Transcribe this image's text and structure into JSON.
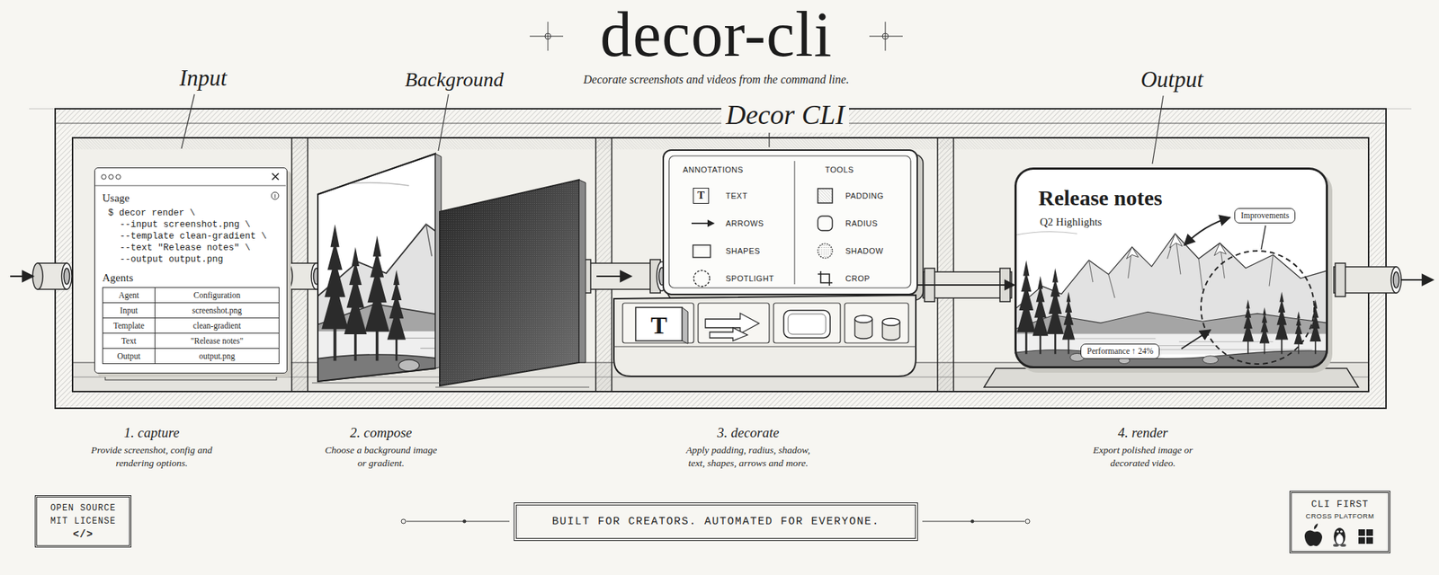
{
  "diagram": {
    "title": "decor-cli",
    "nodes": [
      {
        "text": [
          "Usage",
          "$ decor render \\",
          "--input screenshot.png \\",
          "--template clean-gradient \\",
          "--text \"Release notes\" \\",
          "--output output.png",
          "Agents",
          "Agent",
          "Configuration",
          "Input",
          "screenshot.png",
          "Template",
          "clean-gradient",
          "Text",
          "\"Release notes\"",
          "Output",
          "output.png"
        ]
      },
      {
        "text": [
          "ANNOTATIONS",
          "T",
          "TEXT",
          "ARROWS",
          "SHAPES",
          "SPOTLIGHT",
          "TOOLS",
          "PADDING",
          "RADIUS",
          "SHADOW",
          "CROP"
        ]
      },
      {
        "text": [
          "Release notes",
          "Q2 Highlights"
        ]
      },
      {
        "text": [
          "Improvements"
        ],
        "in": 2
      },
      {
        "text": [
          "Performance ↑ 24%"
        ],
        "in": 2
      },
      {
        "text": [
          "OPEN SOURCE",
          "MIT LICENSE",
          "</>"
        ]
      },
      {
        "text": [
          "BUILT FOR CREATORS. AUTOMATED FOR EVERYONE."
        ]
      },
      {
        "text": [
          "CLI FIRST",
          "CROSS PLATFORM"
        ]
      }
    ],
    "edges": [
      {
        "from": 1,
        "to": 2,
        "arrow": "to"
      }
    ],
    "labels": [
      "Decorate screenshots and videos from the command line.",
      "Input",
      "Background",
      "Decor CLI",
      "Output",
      "T",
      "1. capture",
      "Provide screenshot, config and rendering options.",
      "2. compose",
      "Choose a background image or gradient.",
      "3. decorate",
      "Apply padding, radius, shadow, text, shapes, arrows and more.",
      "4. render",
      "Export polished image or decorated video."
    ]
  }
}
